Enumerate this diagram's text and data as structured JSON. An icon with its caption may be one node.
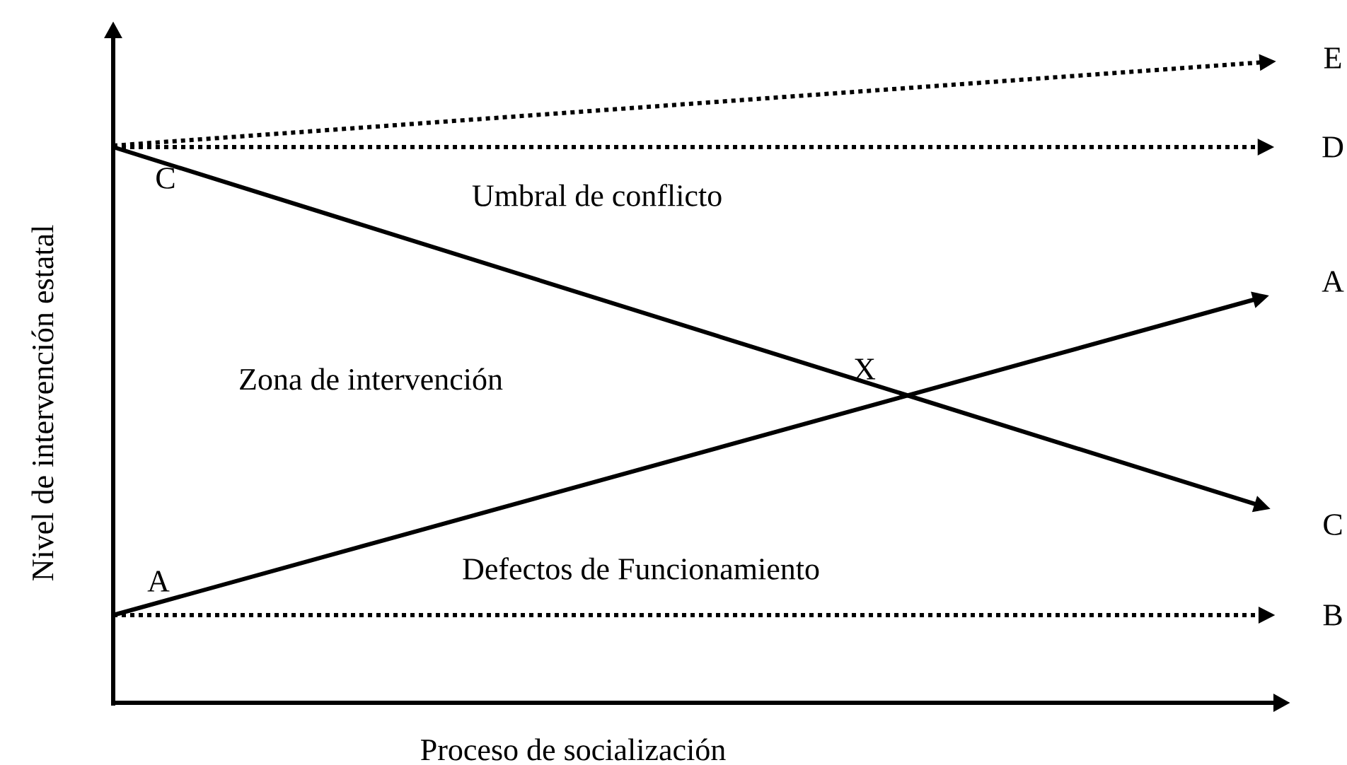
{
  "diagram": {
    "nodes": [
      {
        "text": [
          "E"
        ]
      },
      {
        "text": [
          "D"
        ]
      },
      {
        "text": [
          "A"
        ]
      },
      {
        "text": [
          "C"
        ]
      },
      {
        "text": [
          "B"
        ]
      }
    ],
    "edges": [
      {
        "from": null,
        "to": 0,
        "arrow": "to",
        "style": "dashed"
      },
      {
        "from": null,
        "to": 1,
        "arrow": "to",
        "style": "dashed"
      },
      {
        "from": null,
        "to": 2,
        "arrow": "to"
      },
      {
        "from": null,
        "to": 3,
        "arrow": "to"
      },
      {
        "from": null,
        "to": 4,
        "arrow": "to",
        "style": "dashed"
      }
    ],
    "labels": [
      "C",
      "Umbral de conflicto",
      "Zona de intervención",
      "X",
      "Defectos de Funcionamiento",
      "A",
      "Proceso de socialización",
      "Nivel de intervención estatal"
    ]
  }
}
